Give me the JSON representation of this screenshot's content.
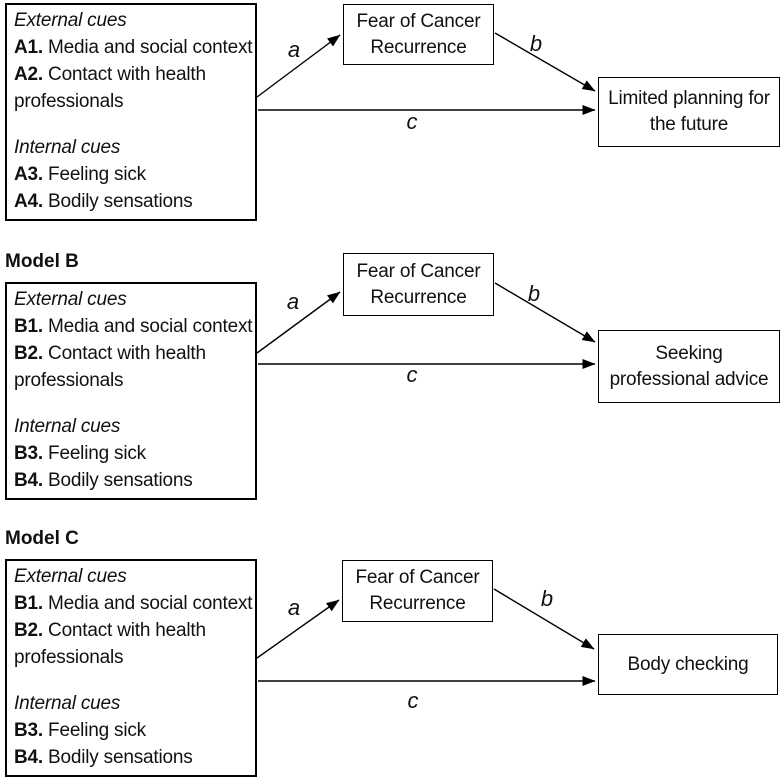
{
  "figure": {
    "background_color": "#ffffff",
    "line_color": "#000000",
    "text_color": "#111111"
  },
  "models": [
    {
      "id": "A",
      "external_label": "External cues",
      "external_items": [
        {
          "num": "A1.",
          "text": " Media and social context"
        },
        {
          "num": "A2.",
          "text": " Contact with health professionals"
        }
      ],
      "internal_label": "Internal cues",
      "internal_items": [
        {
          "num": "A3.",
          "text": " Feeling sick"
        },
        {
          "num": "A4.",
          "text": " Bodily sensations"
        }
      ],
      "mediator": "Fear of Cancer Recurrence",
      "outcome": "Limited planning for the future",
      "labels": {
        "a": "a",
        "b": "b",
        "c": "c"
      }
    },
    {
      "id": "B",
      "heading": "Model B",
      "external_label": "External cues",
      "external_items": [
        {
          "num": "B1.",
          "text": " Media and social context"
        },
        {
          "num": "B2.",
          "text": " Contact with health professionals"
        }
      ],
      "internal_label": "Internal cues",
      "internal_items": [
        {
          "num": "B3.",
          "text": " Feeling sick"
        },
        {
          "num": "B4.",
          "text": " Bodily sensations"
        }
      ],
      "mediator": "Fear of Cancer Recurrence",
      "outcome": "Seeking professional advice",
      "labels": {
        "a": "a",
        "b": "b",
        "c": "c"
      }
    },
    {
      "id": "C",
      "heading": "Model C",
      "external_label": "External cues",
      "external_items": [
        {
          "num": "B1.",
          "text": " Media and social context"
        },
        {
          "num": "B2.",
          "text": " Contact with health professionals"
        }
      ],
      "internal_label": "Internal cues",
      "internal_items": [
        {
          "num": "B3.",
          "text": " Feeling sick"
        },
        {
          "num": "B4.",
          "text": " Bodily sensations"
        }
      ],
      "mediator": "Fear of Cancer Recurrence",
      "outcome": "Body checking",
      "labels": {
        "a": "a",
        "b": "b",
        "c": "c"
      }
    }
  ]
}
